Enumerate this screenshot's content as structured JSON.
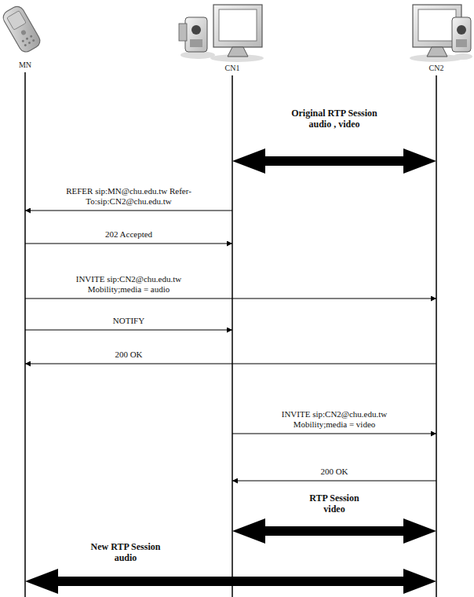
{
  "diagram": {
    "nodes": [
      {
        "text": [
          "MN"
        ]
      },
      {
        "text": [
          "CN1"
        ]
      },
      {
        "text": [
          "CN2"
        ]
      }
    ],
    "edges": [
      {
        "from": 1,
        "to": 2,
        "arrow": "both",
        "label": "Original RTP Session audio , video"
      },
      {
        "from": 1,
        "to": 0,
        "arrow": "to",
        "label": "REFER sip:MN@chu.edu.tw Refer-To:sip:CN2@chu.edu.tw"
      },
      {
        "from": 0,
        "to": 1,
        "arrow": "to",
        "label": "202 Accepted"
      },
      {
        "from": 0,
        "to": 2,
        "arrow": "to",
        "label": "INVITE sip:CN2@chu.edu.tw Mobility;media = audio"
      },
      {
        "from": 0,
        "to": 1,
        "arrow": "to",
        "label": "NOTIFY"
      },
      {
        "from": 2,
        "to": 0,
        "arrow": "to",
        "label": "200 OK"
      },
      {
        "from": 1,
        "to": 2,
        "arrow": "to",
        "label": "INVITE sip:CN2@chu.edu.tw Mobility;media = video"
      },
      {
        "from": 2,
        "to": 1,
        "arrow": "to",
        "label": "200 OK"
      },
      {
        "from": 1,
        "to": 2,
        "arrow": "both",
        "label": "RTP Session video"
      },
      {
        "from": 0,
        "to": 2,
        "arrow": "both",
        "label": "New RTP Session audio"
      }
    ]
  }
}
